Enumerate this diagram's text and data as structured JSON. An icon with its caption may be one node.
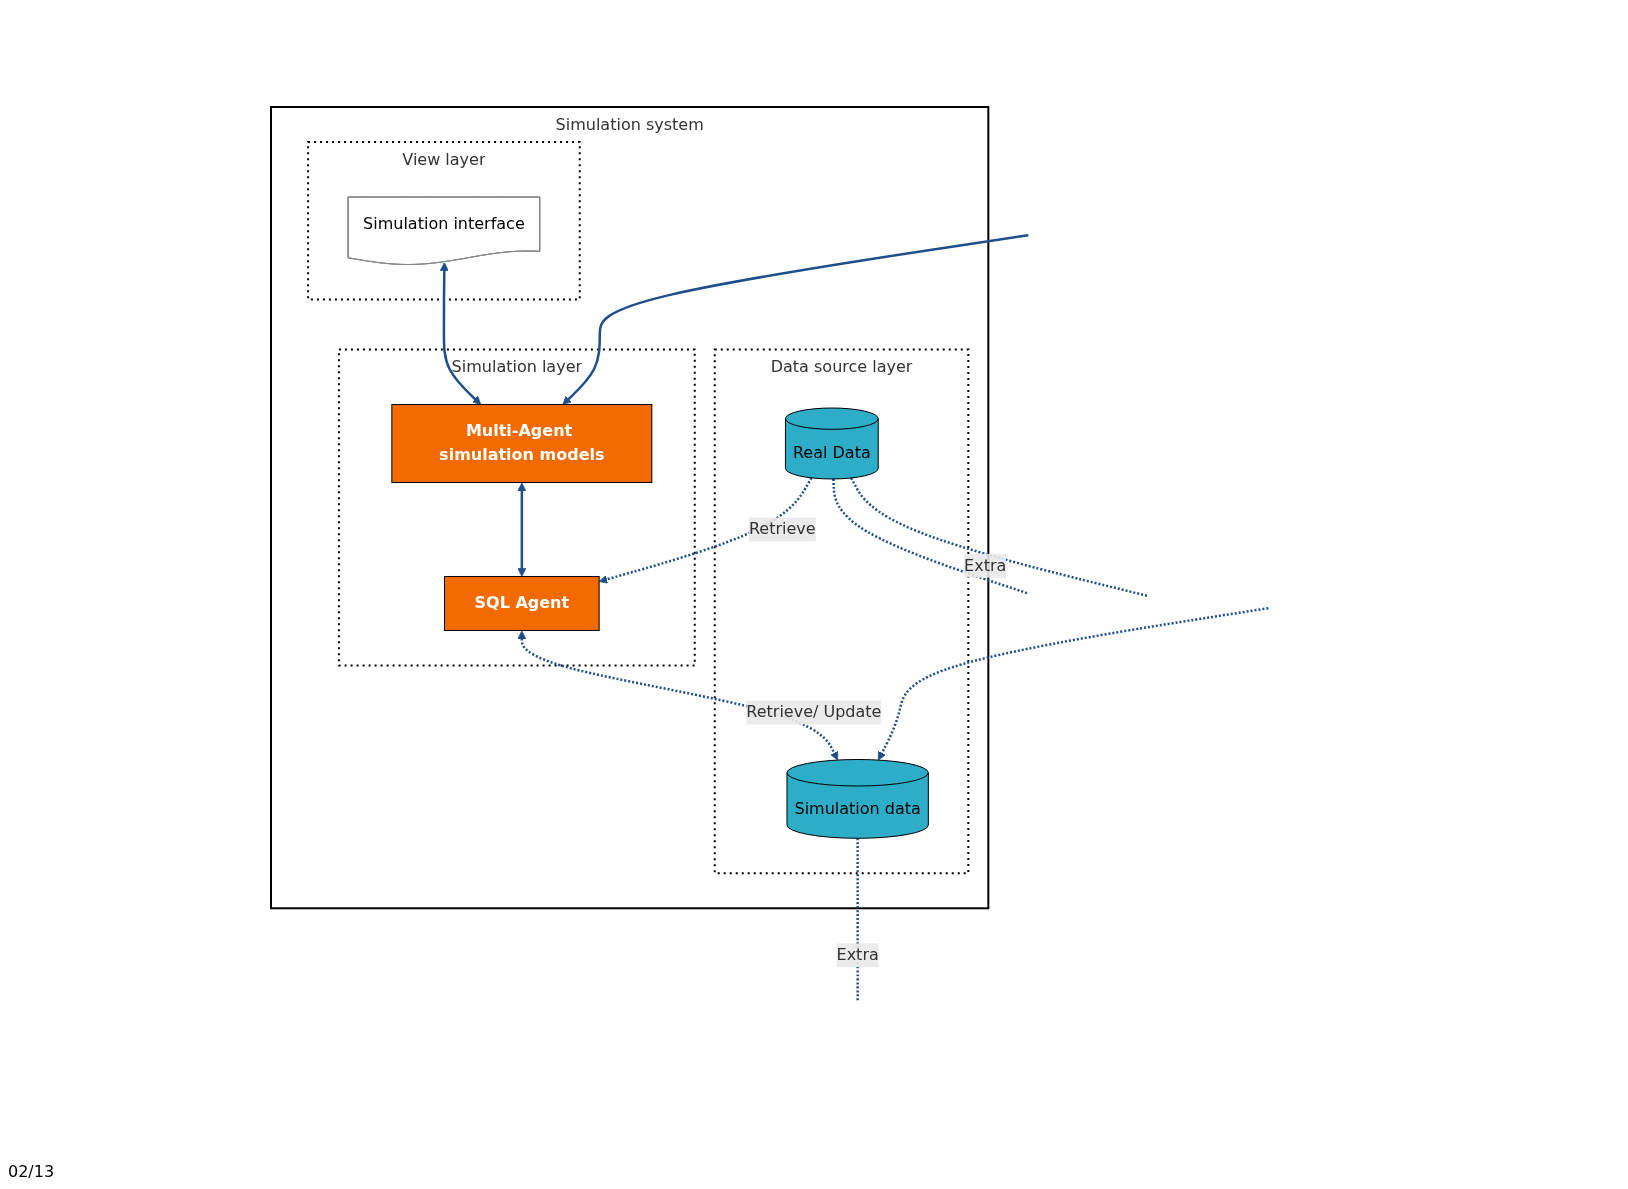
{
  "diagram": {
    "nodes": [
      {
        "text": [
          "Simulation system"
        ]
      },
      {
        "text": [
          "View layer"
        ],
        "in": 0
      },
      {
        "text": [
          "Simulation layer"
        ],
        "in": 0
      },
      {
        "text": [
          "Data source layer"
        ],
        "in": 0
      },
      {
        "text": [
          "Simulation interface"
        ],
        "in": 1
      },
      {
        "text": [
          "Multi-Agent simulation models"
        ],
        "in": 2
      },
      {
        "text": [
          "SQL Agent"
        ],
        "in": 2
      },
      {
        "text": [
          "Simulation data"
        ],
        "in": 3
      },
      {
        "text": [
          "Real Data"
        ],
        "in": 3
      }
    ],
    "edges": [
      {
        "from": 4,
        "to": 5,
        "arrow": "both"
      },
      {
        "from": 5,
        "to": 6,
        "arrow": "both"
      },
      {
        "from": 6,
        "to": 7,
        "arrow": "both",
        "label": "Retrieve/ Update",
        "style": "dashed"
      },
      {
        "from": 8,
        "to": 6,
        "arrow": "to",
        "label": "Retrieve",
        "style": "dashed"
      },
      {
        "from": null,
        "to": 5,
        "arrow": "to"
      },
      {
        "from": null,
        "to": 7,
        "arrow": "to",
        "style": "dashed"
      },
      {
        "from": 8,
        "to": null,
        "arrow": "none",
        "style": "dashed"
      },
      {
        "from": 7,
        "to": null,
        "arrow": "none",
        "label": "Extra",
        "style": "dashed"
      },
      {
        "from": 8,
        "to": null,
        "arrow": "none",
        "label": "Extra",
        "style": "dashed"
      }
    ],
    "labels": [
      "02/13"
    ]
  }
}
